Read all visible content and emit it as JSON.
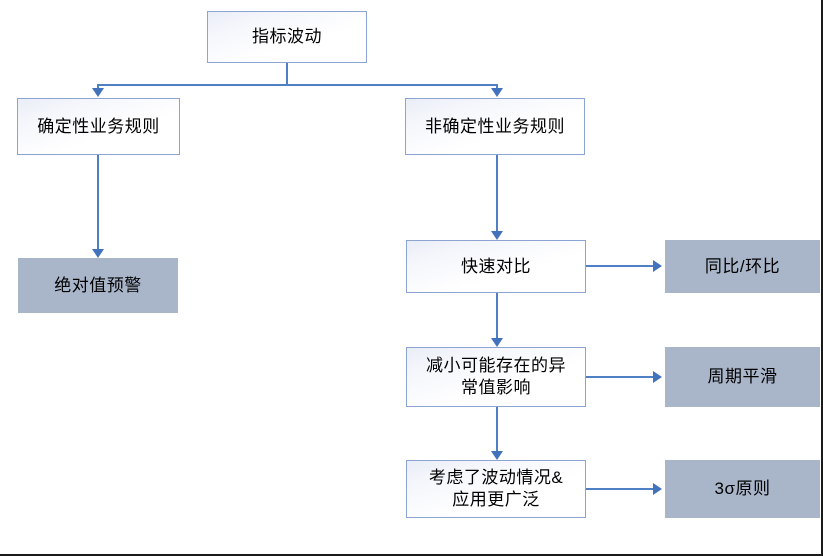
{
  "diagram": {
    "type": "flowchart",
    "title_node": {
      "label": "指标波动"
    },
    "branches": {
      "left": {
        "label": "确定性业务规则"
      },
      "right": {
        "label": "非确定性业务规则"
      }
    },
    "left_outcome": {
      "label": "绝对值预警"
    },
    "steps": [
      {
        "label": "快速对比",
        "outcome": "同比/环比"
      },
      {
        "label": "减小可能存在的异\n常值影响",
        "outcome": "周期平滑"
      },
      {
        "label": "考虑了波动情况&\n应用更广泛",
        "outcome": "3σ原则"
      }
    ],
    "colors": {
      "box_border": "#8ba4d4",
      "box_fill_light": "#ffffff",
      "box_fill_accent": "#a9b5c9",
      "connector": "#4f7fc4",
      "arrow": "#4372bd",
      "text": "#000000",
      "background": "#ffffff"
    }
  }
}
